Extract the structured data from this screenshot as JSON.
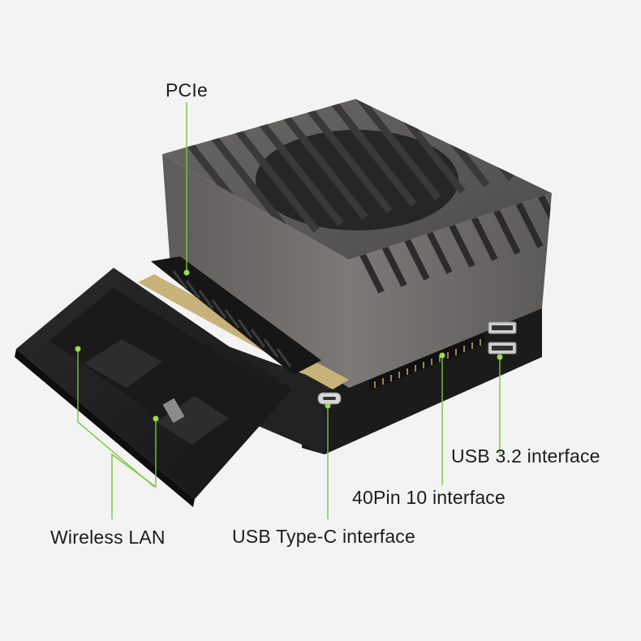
{
  "labels": {
    "pcie": "PCIe",
    "usb32": "USB 3.2 interface",
    "gpio": "40Pin 10 interface",
    "wlan": "Wireless LAN",
    "usbc": "USB Type-C interface"
  },
  "colors": {
    "background": "#f3f3f3",
    "callout_line": "#7cc33a",
    "callout_dot": "#9bdc4a",
    "fan_lid": "#5d5b59",
    "case_side": "#6e6b68",
    "base_dark": "#1d1d1d",
    "tray": "#202020"
  },
  "icons": {
    "device": "edge-ai-computer-box-with-fan-lid",
    "cover": "open-wireless-lan-cover-tray"
  }
}
